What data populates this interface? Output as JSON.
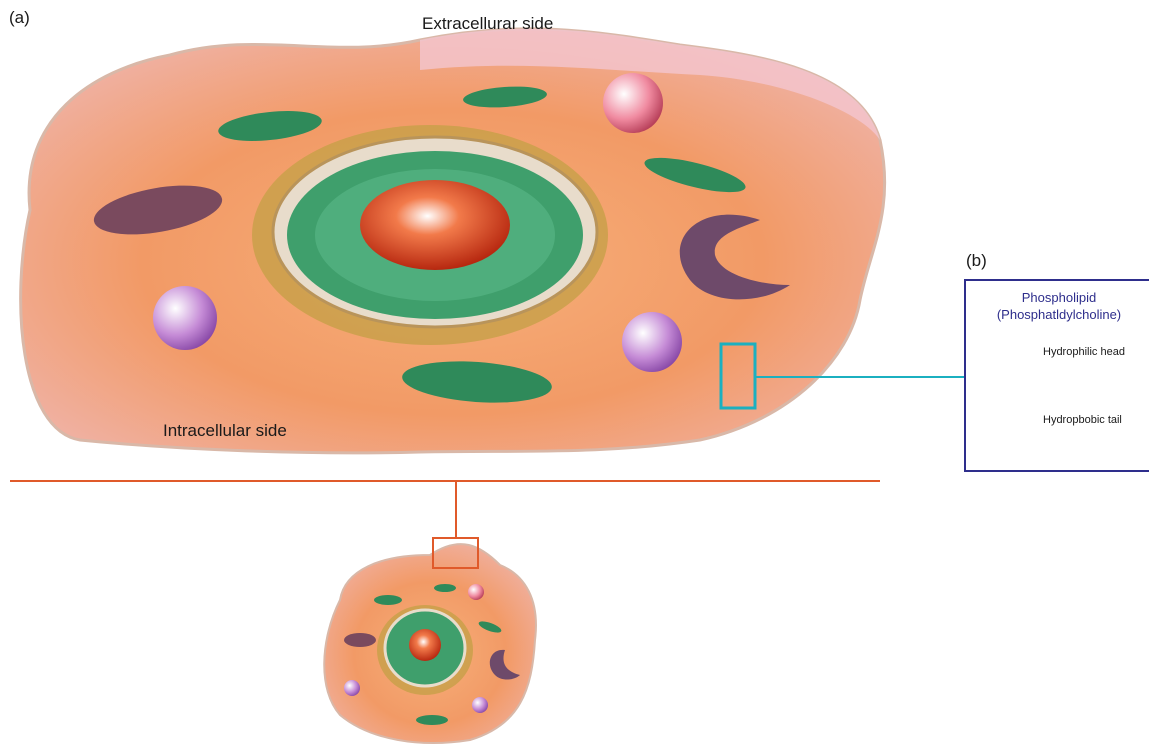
{
  "panel_a": {
    "label": "(a)",
    "extracellular": "Extracellurar side",
    "intracellular": "Intracellular side"
  },
  "panel_b": {
    "label": "(b)",
    "title_line1": "Phospholipid",
    "title_line2": "(Phosphatldylcholine)",
    "head": "Hydrophilic head",
    "tail": "Hydropbobic tail"
  },
  "colors": {
    "cytoplasm": "#f0a070",
    "membrane_pink": "#f3b9c4",
    "nucleus_green": "#3f9f6c",
    "nucleolus": "#e4421c",
    "highlight_cyan": "#1bb0c0",
    "divider_orange": "#e05a2a",
    "panel_border": "#2e2e8c"
  }
}
